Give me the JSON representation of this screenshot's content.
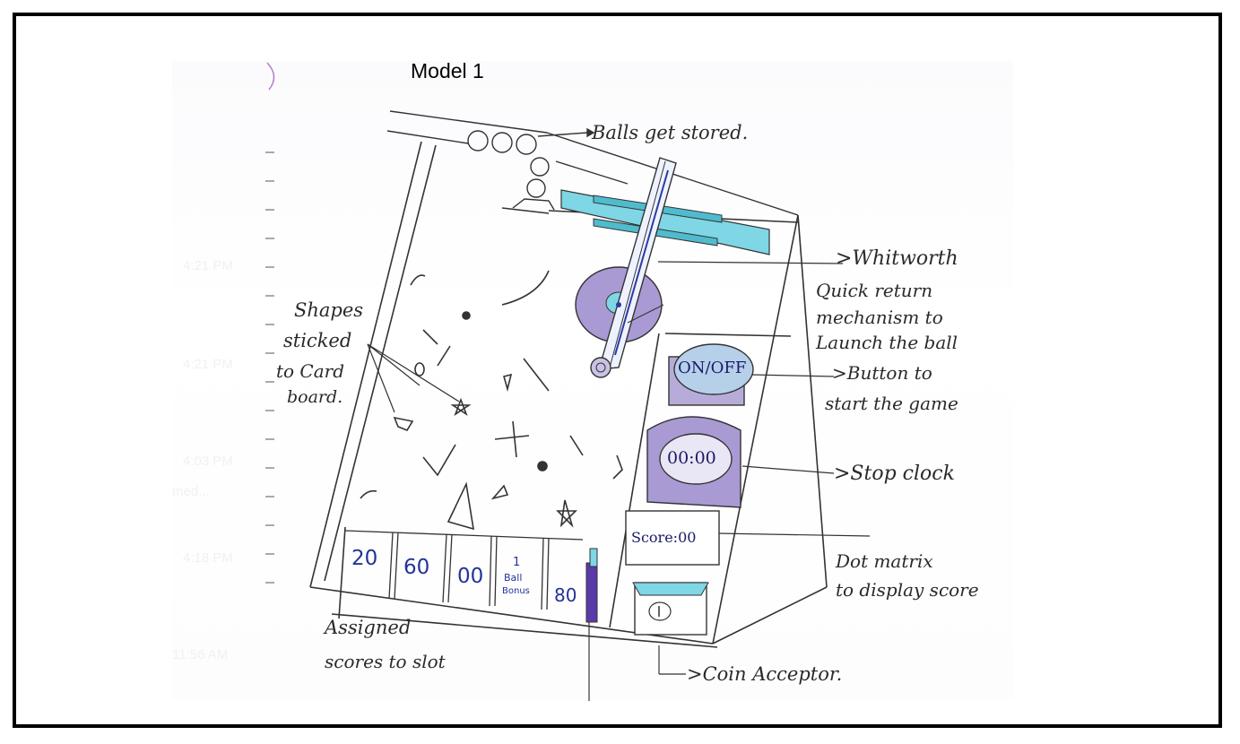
{
  "title": "Model 1",
  "labels": {
    "balls_stored": "Balls get stored.",
    "whitworth_1": ">Whitworth",
    "whitworth_2": "Quick return",
    "whitworth_3": "mechanism to",
    "whitworth_4": "Launch the ball",
    "shapes_1": "Shapes",
    "shapes_2": "sticked",
    "shapes_3": "to Card",
    "shapes_4": "board.",
    "button_1": ">Button to",
    "button_2": "start the game",
    "stop_clock": ">Stop clock",
    "dot_matrix_1": "Dot matrix",
    "dot_matrix_2": "to display score",
    "assigned_1": "Assigned",
    "assigned_2": "scores to slot",
    "coin": ">Coin Acceptor."
  },
  "controls": {
    "on_off": "ON/OFF",
    "clock": "00:00",
    "score": "Score:00"
  },
  "slots": {
    "s1": "20",
    "s2": "60",
    "s3": "00",
    "s4a": "1",
    "s4b": "Ball",
    "s4c": "Bonus",
    "s5": "80"
  },
  "ghost_times": [
    "4:21 PM",
    "4:21 PM",
    "4:03 PM",
    "4:18 PM",
    "11:56 AM"
  ],
  "ghost_text": "med...",
  "colors": {
    "ink": "#2a2a2a",
    "slot_ink": "#23339a",
    "cyan_rail": "#7fd6e4",
    "purple_disc": "#a99ad4",
    "purple_slot": "#5a3aa8"
  }
}
